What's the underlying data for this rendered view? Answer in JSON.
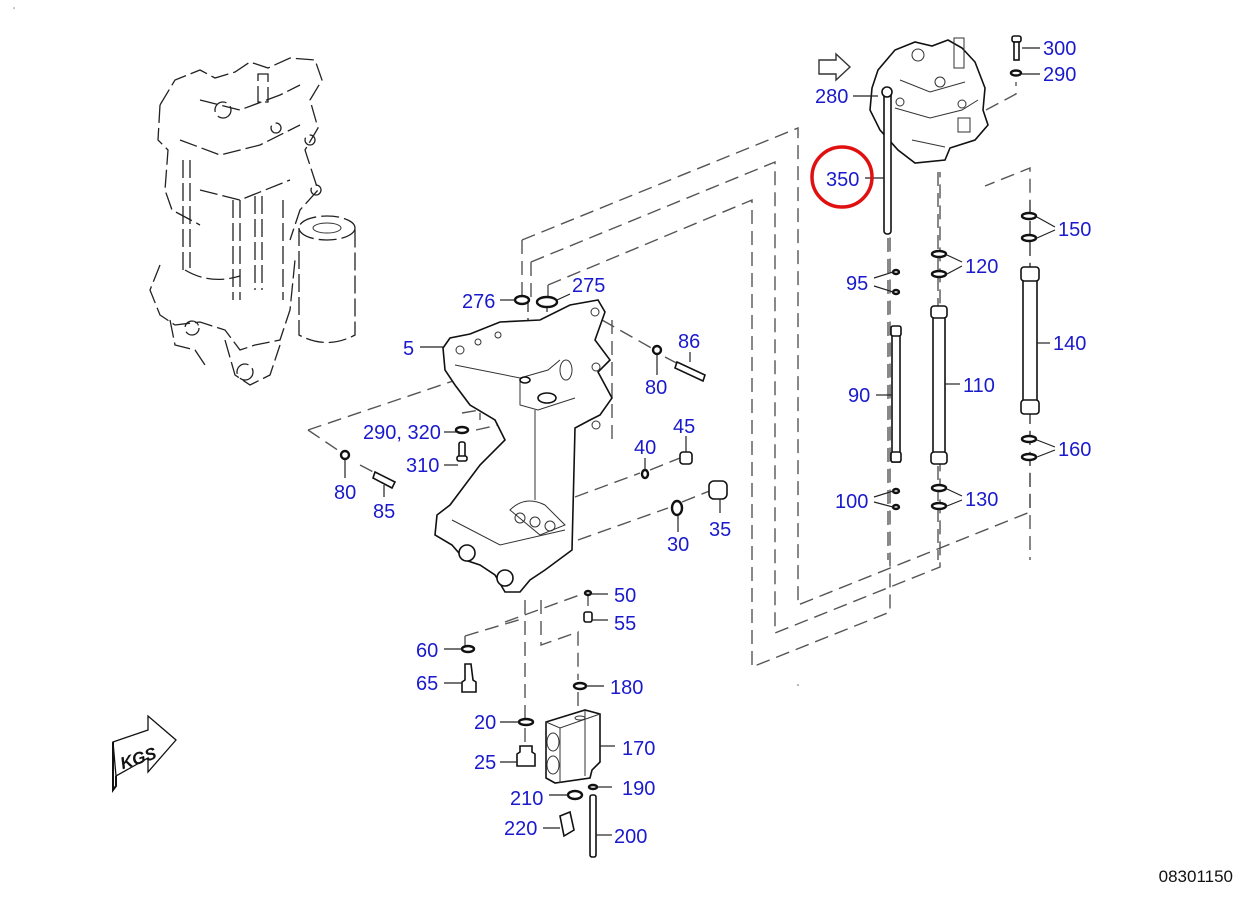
{
  "diagram": {
    "title": "Oil filter housing / oil pump exploded view",
    "document_number": "08301150",
    "kgs_label": "KGS",
    "label_color": "#1a1acc",
    "highlight_color": "#e01010",
    "highlighted_callout": "350",
    "callouts": {
      "c300": "300",
      "c290a": "290",
      "c280": "280",
      "c350": "350",
      "c150": "150",
      "c120": "120",
      "c95": "95",
      "c140": "140",
      "c90": "90",
      "c110": "110",
      "c160": "160",
      "c100": "100",
      "c130": "130",
      "c276": "276",
      "c275": "275",
      "c5": "5",
      "c86": "86",
      "c80a": "80",
      "c290_320": "290, 320",
      "c310": "310",
      "c80b": "80",
      "c85": "85",
      "c40": "40",
      "c45": "45",
      "c30": "30",
      "c35": "35",
      "c50": "50",
      "c55": "55",
      "c60": "60",
      "c65": "65",
      "c180": "180",
      "c20": "20",
      "c25": "25",
      "c170": "170",
      "c210": "210",
      "c190": "190",
      "c220": "220",
      "c200": "200"
    },
    "icons": [
      "direction-arrow-icon",
      "kgs-arrow-icon"
    ]
  }
}
